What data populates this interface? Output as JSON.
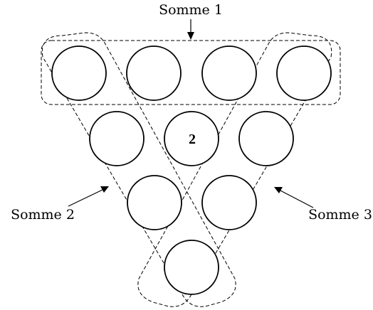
{
  "labels": {
    "sum1": "Somme 1",
    "sum2": "Somme 2",
    "sum3": "Somme 3"
  },
  "cells": {
    "r2c2": "2"
  },
  "colors": {
    "stroke": "#000000",
    "background": "#ffffff"
  }
}
